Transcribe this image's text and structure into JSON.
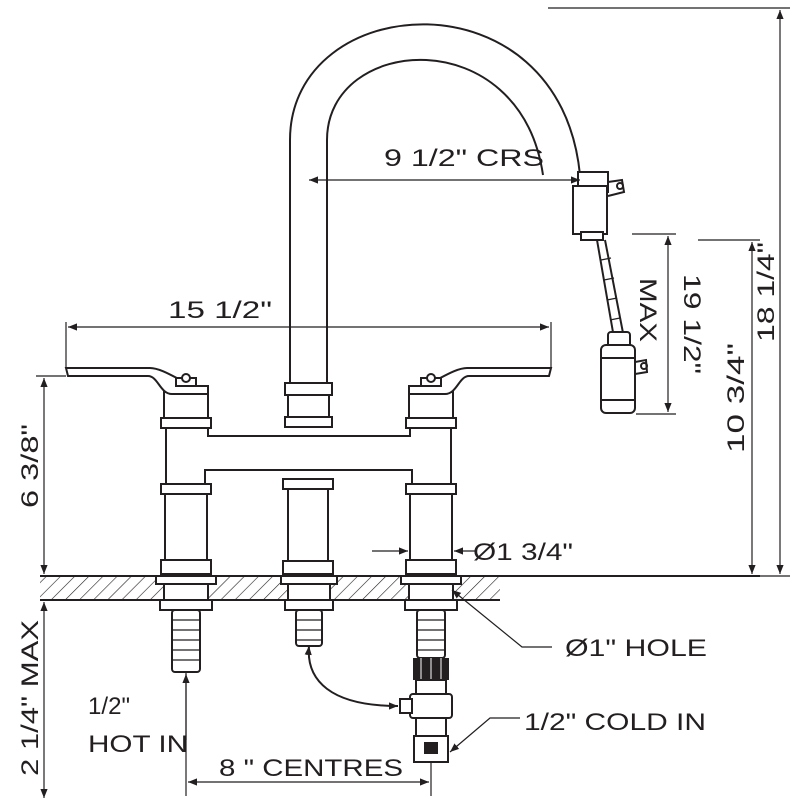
{
  "labels": {
    "crs": "9  1/2\" CRS",
    "width": "15  1/2\"",
    "deck_height": "6  3/8\"",
    "total_height": "18  1/4\"",
    "spout_height": "10  3/4\"",
    "hose_reach": "19 1/2\"",
    "hose_reach_max": "MAX",
    "base_diameter": "Ø1  3/4\"",
    "hole": "Ø1\" HOLE",
    "hot_size": "1/2\"",
    "hot_in": "HOT IN",
    "cold_in": "1/2\" COLD IN",
    "centres": "8 \" CENTRES",
    "deck_max": "2  1/4\" MAX"
  }
}
